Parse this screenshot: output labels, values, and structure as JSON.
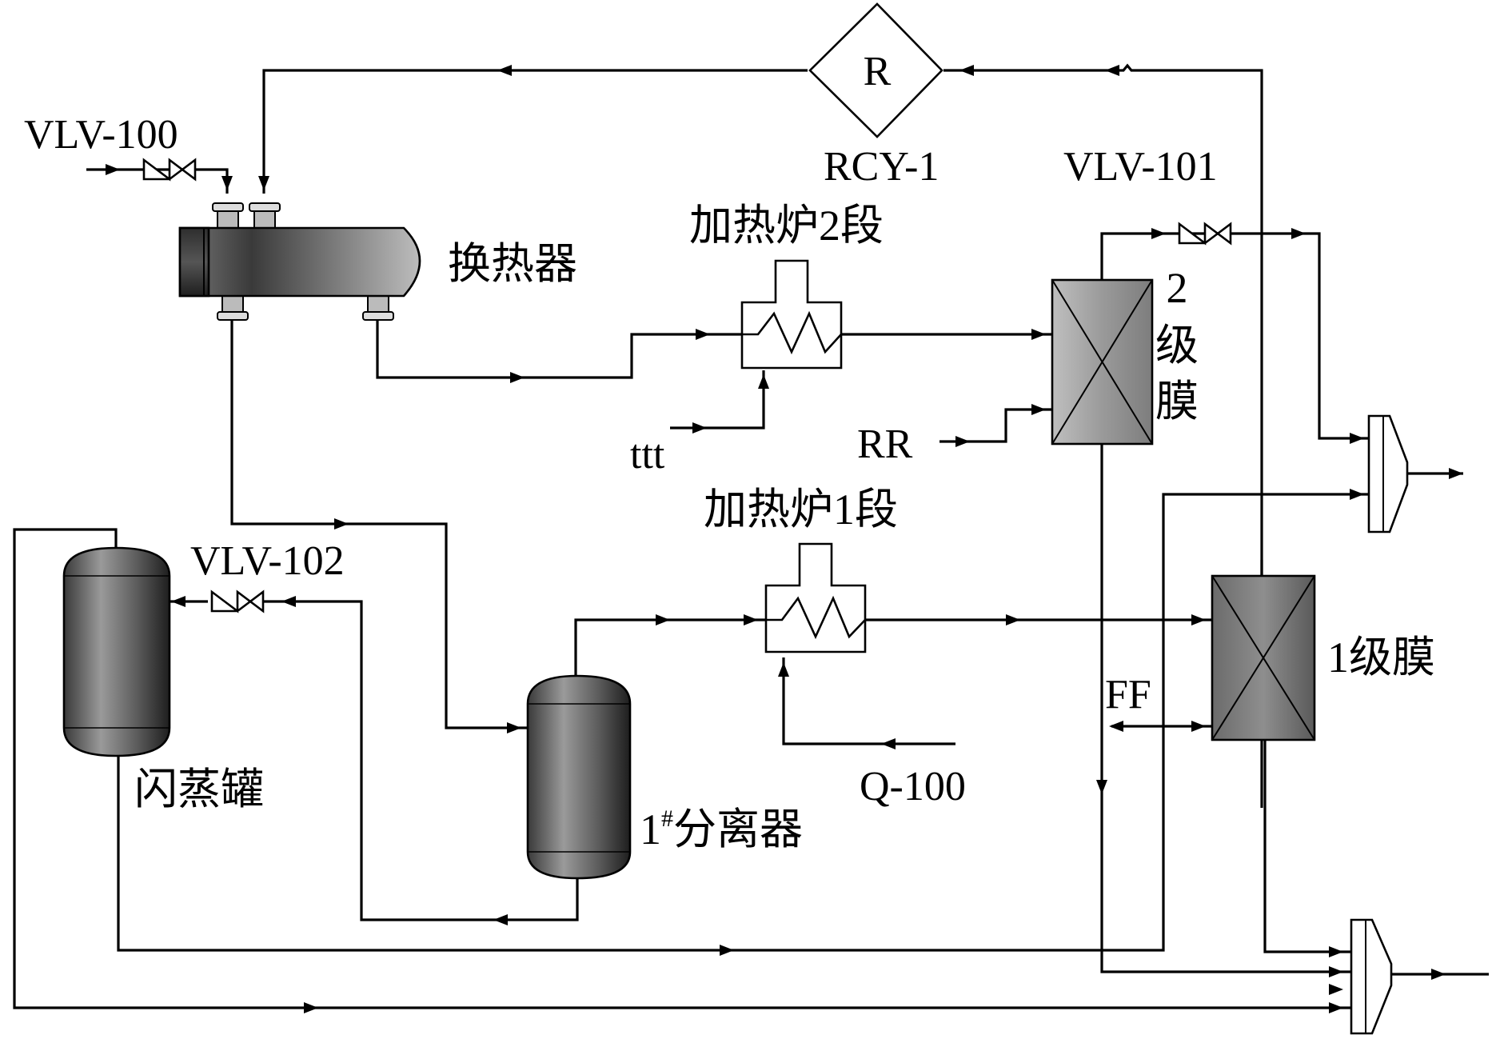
{
  "labels": {
    "vlv100": "VLV-100",
    "vlv101": "VLV-101",
    "vlv102": "VLV-102",
    "rcy1": "RCY-1",
    "recycle_symbol": "R",
    "heat_exchanger": "换热器",
    "furnace2": "加热炉2段",
    "furnace1": "加热炉1段",
    "membrane2_line1": "2",
    "membrane2_line2": "级",
    "membrane2_line3": "膜",
    "membrane1": "1级膜",
    "flash_tank": "闪蒸罐",
    "separator_prefix": "1",
    "separator_sup": "#",
    "separator_suffix": "分离器",
    "stream_ttt": "ttt",
    "stream_rr": "RR",
    "stream_ff": "FF",
    "stream_q100": "Q-100"
  },
  "colors": {
    "pipe": "#000000",
    "vessel_dark": "#2a2a2a",
    "vessel_light": "#9a9a9a",
    "membrane_fill": "#8c8c8c"
  }
}
